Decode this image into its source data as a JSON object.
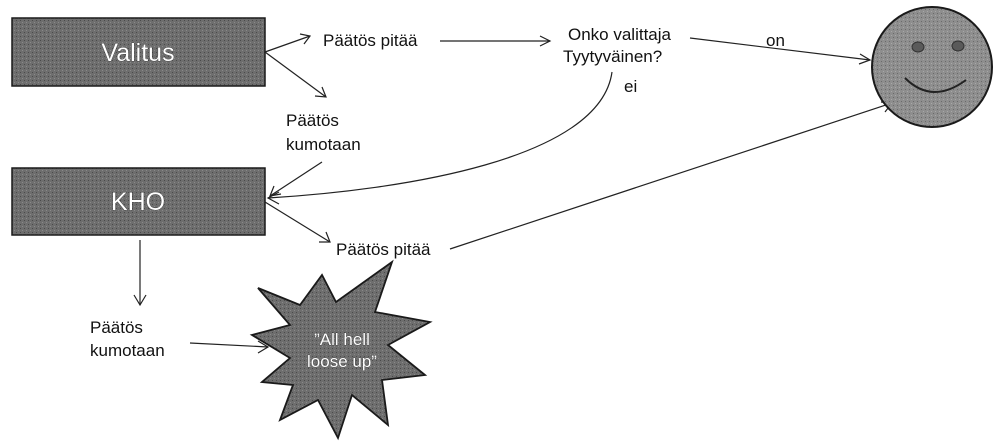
{
  "nodes": {
    "valitus": {
      "label": "Valitus"
    },
    "kho": {
      "label": "KHO"
    },
    "decision_stands_1": {
      "label": "Päätös pitää"
    },
    "decision_overturned_1": {
      "line1": "Päätös",
      "line2": "kumotaan"
    },
    "question": {
      "line1": "Onko valittaja",
      "line2": "Tyytyväinen?"
    },
    "decision_stands_2": {
      "label": "Päätös pitää"
    },
    "decision_overturned_2": {
      "line1": "Päätös",
      "line2": "kumotaan"
    },
    "burst": {
      "line1": "”All hell",
      "line2": "loose up”"
    }
  },
  "edge_labels": {
    "on": "on",
    "ei": "ei"
  },
  "colors": {
    "box_fill": "#6e6e6e",
    "box_border": "#1a1a1a",
    "smiley_fill": "#8c8c8c",
    "burst_fill": "#6a6a6a",
    "line": "#222222",
    "text": "#111111"
  },
  "icons": {
    "smiley": "smiley-face-icon",
    "burst": "explosion-burst-icon"
  }
}
